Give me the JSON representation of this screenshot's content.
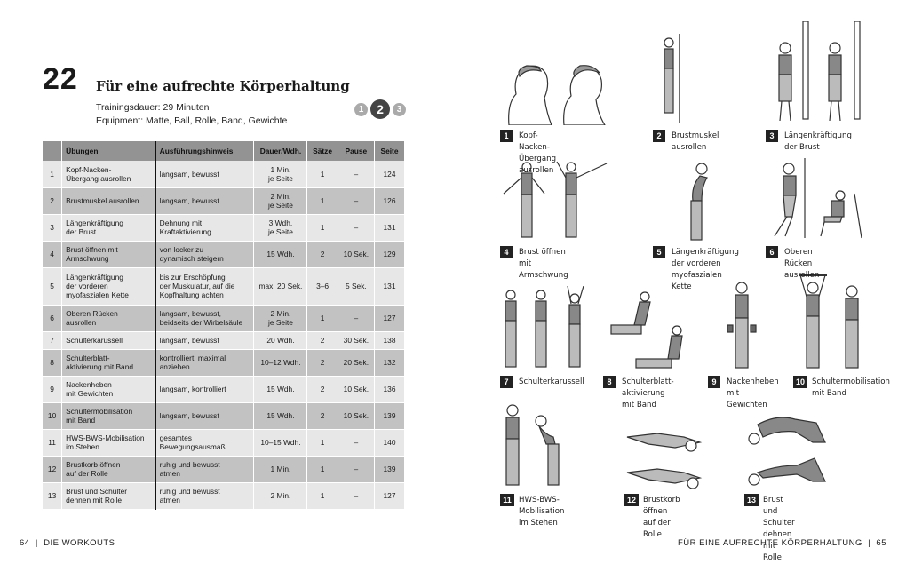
{
  "header": {
    "number": "22",
    "title": "Für eine aufrechte Körperhaltung",
    "duration": "Trainingsdauer: 29 Minuten",
    "equipment": "Equipment: Matte, Ball, Rolle, Band, Gewichte",
    "levels": [
      "1",
      "2",
      "3"
    ],
    "active_level": "2"
  },
  "table": {
    "columns": [
      "",
      "Übungen",
      "Ausführungshinweis",
      "Dauer/Wdh.",
      "Sätze",
      "Pause",
      "Seite"
    ],
    "rows": [
      {
        "nr": "1",
        "name": "Kopf-Nacken-\nÜbergang ausrollen",
        "hint": "langsam, bewusst",
        "dur": "1 Min.\nje Seite",
        "sets": "1",
        "pause": "–",
        "page": "124"
      },
      {
        "nr": "2",
        "name": "Brustmuskel ausrollen",
        "hint": "langsam, bewusst",
        "dur": "2 Min.\nje Seite",
        "sets": "1",
        "pause": "–",
        "page": "126"
      },
      {
        "nr": "3",
        "name": "Längenkräftigung\nder Brust",
        "hint": "Dehnung mit\nKraftaktivierung",
        "dur": "3 Wdh.\nje Seite",
        "sets": "1",
        "pause": "–",
        "page": "131"
      },
      {
        "nr": "4",
        "name": "Brust öffnen mit\nArmschwung",
        "hint": "von locker zu\ndynamisch steigern",
        "dur": "15 Wdh.",
        "sets": "2",
        "pause": "10 Sek.",
        "page": "129"
      },
      {
        "nr": "5",
        "name": "Längenkräftigung\nder vorderen\nmyofaszialen Kette",
        "hint": "bis zur Erschöpfung\nder Muskulatur, auf die\nKopfhaltung achten",
        "dur": "max. 20 Sek.",
        "sets": "3–6",
        "pause": "5 Sek.",
        "page": "131"
      },
      {
        "nr": "6",
        "name": "Oberen Rücken\nausrollen",
        "hint": "langsam, bewusst,\nbeidseits der Wirbelsäule",
        "dur": "2 Min.\nje Seite",
        "sets": "1",
        "pause": "–",
        "page": "127"
      },
      {
        "nr": "7",
        "name": "Schulterkarussell",
        "hint": "langsam, bewusst",
        "dur": "20 Wdh.",
        "sets": "2",
        "pause": "30 Sek.",
        "page": "138"
      },
      {
        "nr": "8",
        "name": "Schulterblatt-\naktivierung mit Band",
        "hint": "kontrolliert, maximal\nanziehen",
        "dur": "10–12 Wdh.",
        "sets": "2",
        "pause": "20 Sek.",
        "page": "132"
      },
      {
        "nr": "9",
        "name": "Nackenheben\nmit Gewichten",
        "hint": "langsam, kontrolliert",
        "dur": "15 Wdh.",
        "sets": "2",
        "pause": "10 Sek.",
        "page": "136"
      },
      {
        "nr": "10",
        "name": "Schultermobilisation\nmit Band",
        "hint": "langsam, bewusst",
        "dur": "15 Wdh.",
        "sets": "2",
        "pause": "10 Sek.",
        "page": "139"
      },
      {
        "nr": "11",
        "name": "HWS-BWS-Mobilisation\nim Stehen",
        "hint": "gesamtes\nBewegungsausmaß",
        "dur": "10–15 Wdh.",
        "sets": "1",
        "pause": "–",
        "page": "140"
      },
      {
        "nr": "12",
        "name": "Brustkorb öffnen\nauf der Rolle",
        "hint": "ruhig und bewusst\natmen",
        "dur": "1 Min.",
        "sets": "1",
        "pause": "–",
        "page": "139"
      },
      {
        "nr": "13",
        "name": "Brust und Schulter\ndehnen mit Rolle",
        "hint": "ruhig und bewusst\natmen",
        "dur": "2 Min.",
        "sets": "1",
        "pause": "–",
        "page": "127"
      }
    ]
  },
  "exercises": [
    {
      "nr": "1",
      "label": "Kopf-Nacken-Übergang\nausrollen"
    },
    {
      "nr": "2",
      "label": "Brustmuskel\nausrollen"
    },
    {
      "nr": "3",
      "label": "Längenkräftigung\nder Brust"
    },
    {
      "nr": "4",
      "label": "Brust öffnen mit Armschwung"
    },
    {
      "nr": "5",
      "label": "Längenkräftigung\nder vorderen\nmyofaszialen Kette"
    },
    {
      "nr": "6",
      "label": "Oberen Rücken ausrollen"
    },
    {
      "nr": "7",
      "label": "Schulterkarussell"
    },
    {
      "nr": "8",
      "label": "Schulterblatt-\naktivierung mit Band"
    },
    {
      "nr": "9",
      "label": "Nackenheben\nmit Gewichten"
    },
    {
      "nr": "10",
      "label": "Schultermobilisation\nmit Band"
    },
    {
      "nr": "11",
      "label": "HWS-BWS-Mobilisation\nim Stehen"
    },
    {
      "nr": "12",
      "label": "Brustkorb öffnen\nauf der Rolle"
    },
    {
      "nr": "13",
      "label": "Brust und Schulter\ndehnen mit Rolle"
    }
  ],
  "footer": {
    "left": "64  |  DIE WORKOUTS",
    "right": "FÜR EINE AUFRECHTE KÖRPERHALTUNG  |  65"
  }
}
